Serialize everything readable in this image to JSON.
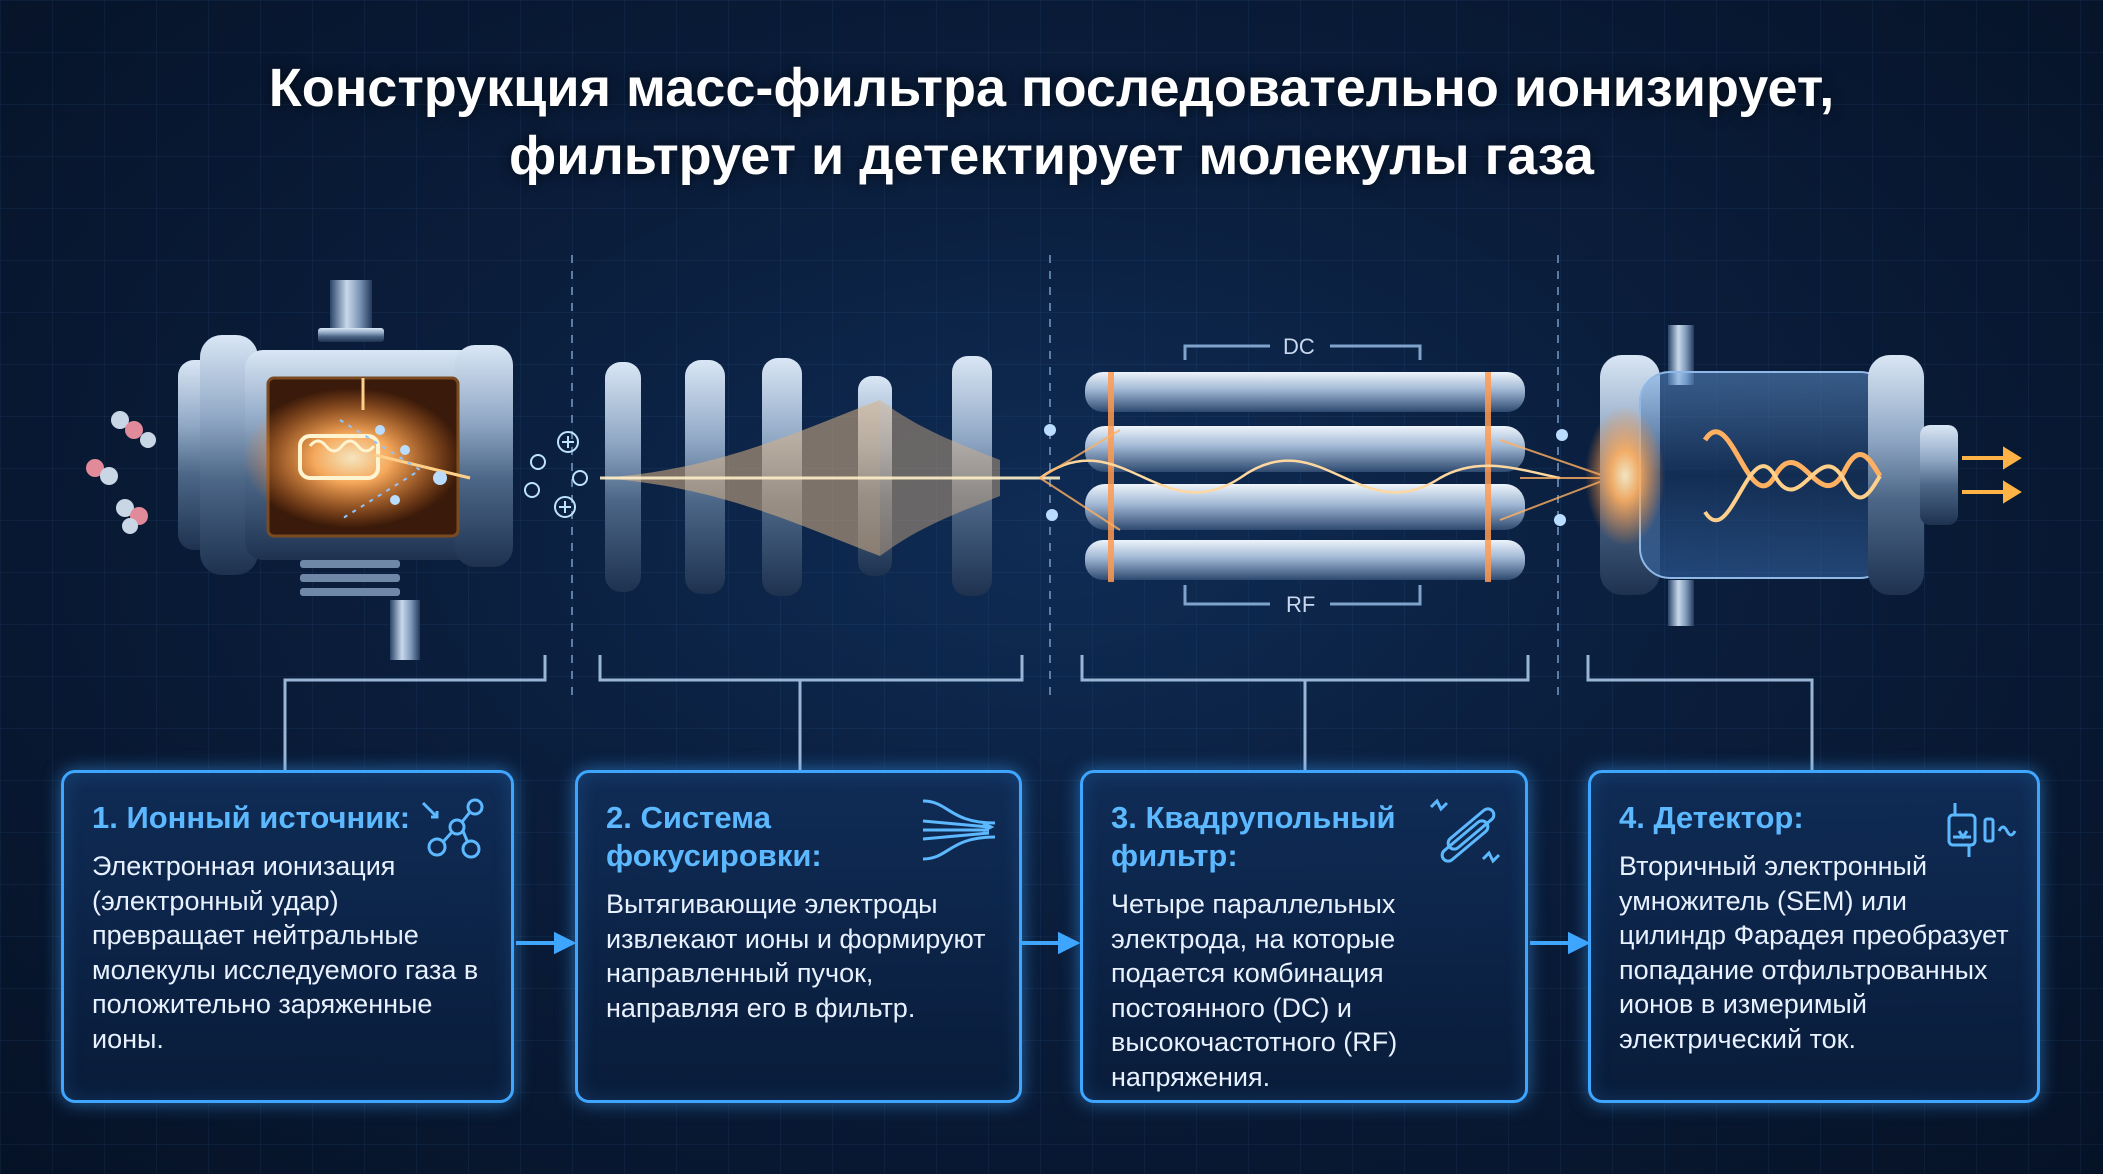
{
  "title": {
    "line1": "Конструкция масс-фильтра последовательно ионизирует,",
    "line2": "фильтрует и детектирует молекулы газа"
  },
  "labels": {
    "dc": "DC",
    "rf": "RF"
  },
  "cards": [
    {
      "title": "1. Ионный источник:",
      "body": "Электронная ионизация (электронный удар) превращает нейтральные молекулы исследуемого газа в положительно заряженные ионы.",
      "icon": "molecule-icon"
    },
    {
      "title": "2. Система фокусировки:",
      "body": "Вытягивающие электроды извлекают ионы и формируют направленный пучок, направляя его в фильтр.",
      "icon": "focusing-beam-icon"
    },
    {
      "title": "3. Квадрупольный фильтр:",
      "body": "Четыре параллельных электрода, на которые подается комбинация постоянного (DC) и высокочастотного (RF) напряжения.",
      "icon": "quadrupole-rods-icon"
    },
    {
      "title": "4. Детектор:",
      "body": "Вторичный электронный умножитель (SEM) или цилиндр Фарадея преобразует попадание отфильтрованных ионов в измеримый электрический ток.",
      "icon": "detector-icon"
    }
  ],
  "colors": {
    "accent": "#3fa6ff",
    "accent_text": "#5cb8ff",
    "background": "#0a1d3b",
    "beam": "#ffb060"
  }
}
